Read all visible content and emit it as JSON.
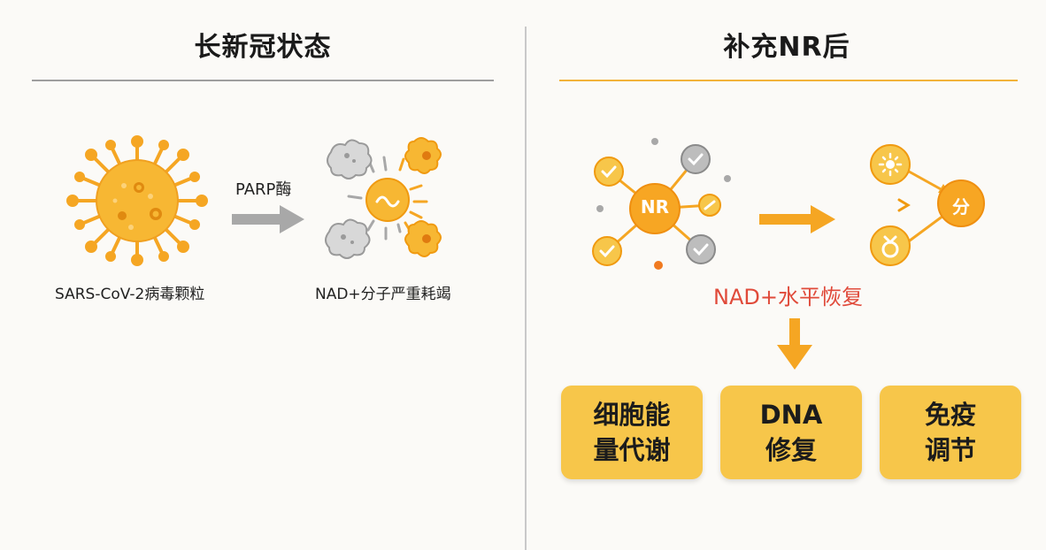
{
  "left_panel": {
    "title": "长新冠状态",
    "virus_caption": "SARS-CoV-2病毒颗粒",
    "arrow_label": "PARP酶",
    "depletion_caption": "NAD+分子严重耗竭"
  },
  "right_panel": {
    "title": "补充NR后",
    "nr_label": "NR",
    "node_label": "分",
    "restore_caption": "NAD+水平恢复",
    "cards": [
      {
        "label": "细胞能量代谢"
      },
      {
        "label": "DNA修复"
      },
      {
        "label": "免疫调节"
      }
    ]
  },
  "colors": {
    "orange": "#f5a623",
    "yellow_card": "#f7c64a",
    "gray": "#a8a8a8",
    "red_text": "#e04a3a"
  }
}
